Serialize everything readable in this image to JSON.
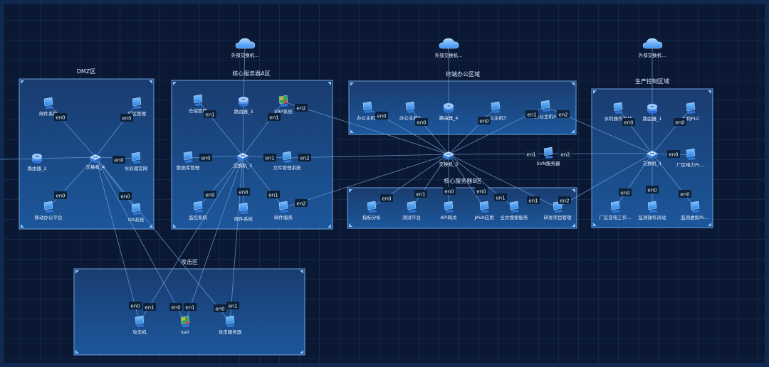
{
  "zones": [
    {
      "id": "dmz",
      "title": "DMZ区"
    },
    {
      "id": "coreA",
      "title": "核心服务器A区"
    },
    {
      "id": "office",
      "title": "终端办公区域"
    },
    {
      "id": "coreB",
      "title": "核心服务器B区"
    },
    {
      "id": "prod",
      "title": "生产控制区域"
    },
    {
      "id": "attack",
      "title": "攻击区"
    }
  ],
  "nodes": [
    {
      "id": "ext1",
      "label": "外部交换机...",
      "icon": "cloud"
    },
    {
      "id": "ext2",
      "label": "外部交换机...",
      "icon": "cloud"
    },
    {
      "id": "ext3",
      "label": "外部交换机...",
      "icon": "cloud"
    },
    {
      "id": "dmz_sys",
      "label": "邮件系统",
      "icon": "computer"
    },
    {
      "id": "dmz_mgr",
      "label": "厂区管理",
      "icon": "computer"
    },
    {
      "id": "dmz_router",
      "label": "路由器_2",
      "icon": "router"
    },
    {
      "id": "sw4",
      "label": "交换机_4",
      "icon": "switch"
    },
    {
      "id": "dmz_water",
      "label": "水处理官网",
      "icon": "computer"
    },
    {
      "id": "dmz_mobile",
      "label": "移动办公平台",
      "icon": "computer"
    },
    {
      "id": "dmz_oa",
      "label": "OA系统",
      "icon": "computer"
    },
    {
      "id": "a_store",
      "label": "仓储管理",
      "icon": "computer"
    },
    {
      "id": "router3",
      "label": "路由器_3",
      "icon": "router"
    },
    {
      "id": "a_erp",
      "label": "ERP系统",
      "icon": "computer-color"
    },
    {
      "id": "a_db",
      "label": "数据库管理",
      "icon": "computer"
    },
    {
      "id": "sw2",
      "label": "交换机_2",
      "icon": "switch"
    },
    {
      "id": "a_file",
      "label": "文件管理系统",
      "icon": "computer"
    },
    {
      "id": "a_monitor",
      "label": "监控系统",
      "icon": "computer"
    },
    {
      "id": "a_mail",
      "label": "邮件系统",
      "icon": "computer"
    },
    {
      "id": "a_mailsvc",
      "label": "邮件服务",
      "icon": "computer"
    },
    {
      "id": "o_pc1",
      "label": "办公主机1",
      "icon": "computer"
    },
    {
      "id": "o_pc2",
      "label": "办公主机2",
      "icon": "computer"
    },
    {
      "id": "router4",
      "label": "路由器_4",
      "icon": "router"
    },
    {
      "id": "o_pc3",
      "label": "办公主机3",
      "icon": "computer"
    },
    {
      "id": "o_pc4",
      "label": "办公主机4",
      "icon": "computer"
    },
    {
      "id": "sw3",
      "label": "交换机_3",
      "icon": "switch"
    },
    {
      "id": "svn",
      "label": "SVN服务器",
      "icon": "computer"
    },
    {
      "id": "b_metric",
      "label": "指标分析",
      "icon": "computer"
    },
    {
      "id": "b_test",
      "label": "测试平台",
      "icon": "computer"
    },
    {
      "id": "b_api",
      "label": "API网关",
      "icon": "computer"
    },
    {
      "id": "b_java",
      "label": "JAVA应用",
      "icon": "computer"
    },
    {
      "id": "b_search",
      "label": "全文搜索服务",
      "icon": "computer"
    },
    {
      "id": "b_dev",
      "label": "研发项目管理",
      "icon": "computer"
    },
    {
      "id": "p_water",
      "label": "水利操作员站",
      "icon": "computer"
    },
    {
      "id": "router1",
      "label": "路由器_1",
      "icon": "router"
    },
    {
      "id": "p_plc",
      "label": "水利PLC",
      "icon": "computer"
    },
    {
      "id": "sw1",
      "label": "交换机_1",
      "icon": "switch"
    },
    {
      "id": "p_power",
      "label": "厂区电力PL...",
      "icon": "computer"
    },
    {
      "id": "p_elec",
      "label": "厂区变电工作...",
      "icon": "computer"
    },
    {
      "id": "p_op",
      "label": "监测操作员站",
      "icon": "computer"
    },
    {
      "id": "p_plc2",
      "label": "监测虚拟PL...",
      "icon": "computer"
    },
    {
      "id": "atk1",
      "label": "攻击机",
      "icon": "computer"
    },
    {
      "id": "kali",
      "label": "kali",
      "icon": "computer-color"
    },
    {
      "id": "atk_srv",
      "label": "攻击服务器",
      "icon": "computer"
    }
  ],
  "links": [
    [
      "sw4",
      "dmz_sys"
    ],
    [
      "sw4",
      "dmz_mgr"
    ],
    [
      "sw4",
      "dmz_router"
    ],
    [
      "sw4",
      "dmz_water"
    ],
    [
      "sw4",
      "dmz_mobile"
    ],
    [
      "sw4",
      "dmz_oa"
    ],
    [
      "dmz_router",
      "edge_left"
    ],
    [
      "sw4",
      "atk1"
    ],
    [
      "sw4",
      "kali"
    ],
    [
      "sw4",
      "atk_srv"
    ],
    [
      "ext1",
      "router3"
    ],
    [
      "router3",
      "sw2"
    ],
    [
      "sw2",
      "a_store"
    ],
    [
      "sw2",
      "a_erp"
    ],
    [
      "sw2",
      "a_db"
    ],
    [
      "sw2",
      "a_file"
    ],
    [
      "sw2",
      "a_monitor"
    ],
    [
      "sw2",
      "a_mail"
    ],
    [
      "sw2",
      "a_mailsvc"
    ],
    [
      "sw2",
      "atk1"
    ],
    [
      "sw2",
      "kali"
    ],
    [
      "sw2",
      "atk_srv"
    ],
    [
      "a_erp",
      "sw3"
    ],
    [
      "a_file",
      "sw3"
    ],
    [
      "a_mailsvc",
      "sw3"
    ],
    [
      "ext2",
      "router4"
    ],
    [
      "router4",
      "sw3"
    ],
    [
      "o_pc1",
      "sw3"
    ],
    [
      "o_pc2",
      "sw3"
    ],
    [
      "o_pc3",
      "sw3"
    ],
    [
      "o_pc4",
      "sw3"
    ],
    [
      "sw3",
      "b_metric"
    ],
    [
      "sw3",
      "b_test"
    ],
    [
      "sw3",
      "b_api"
    ],
    [
      "sw3",
      "b_java"
    ],
    [
      "sw3",
      "b_search"
    ],
    [
      "sw3",
      "b_dev"
    ],
    [
      "sw3",
      "svn"
    ],
    [
      "svn",
      "sw1"
    ],
    [
      "o_pc4",
      "sw1"
    ],
    [
      "b_dev",
      "sw1"
    ],
    [
      "ext3",
      "router1"
    ],
    [
      "router1",
      "sw1"
    ],
    [
      "sw1",
      "p_water"
    ],
    [
      "sw1",
      "p_plc"
    ],
    [
      "sw1",
      "p_power"
    ],
    [
      "sw1",
      "p_elec"
    ],
    [
      "sw1",
      "p_op"
    ],
    [
      "sw1",
      "p_plc2"
    ]
  ],
  "ports": [
    {
      "id": "pt1",
      "text": "en0"
    },
    {
      "id": "pt2",
      "text": "en0"
    },
    {
      "id": "pt3",
      "text": "en0"
    },
    {
      "id": "pt4",
      "text": "en0"
    },
    {
      "id": "pt5",
      "text": "en0"
    },
    {
      "id": "pt6",
      "text": "en1"
    },
    {
      "id": "pt7",
      "text": "en1"
    },
    {
      "id": "pt8",
      "text": "en2"
    },
    {
      "id": "pt9",
      "text": "en0"
    },
    {
      "id": "pt10",
      "text": "en1"
    },
    {
      "id": "pt11",
      "text": "en2"
    },
    {
      "id": "pt12",
      "text": "en0"
    },
    {
      "id": "pt13",
      "text": "en0"
    },
    {
      "id": "pt14",
      "text": "en1"
    },
    {
      "id": "pt15",
      "text": "en2"
    },
    {
      "id": "pt16",
      "text": "en0"
    },
    {
      "id": "pt17",
      "text": "en0"
    },
    {
      "id": "pt18",
      "text": "en0"
    },
    {
      "id": "pt19",
      "text": "en1"
    },
    {
      "id": "pt20",
      "text": "en2"
    },
    {
      "id": "pt21",
      "text": "en1"
    },
    {
      "id": "pt22",
      "text": "en2"
    },
    {
      "id": "pt23",
      "text": "en0"
    },
    {
      "id": "pt24",
      "text": "en1"
    },
    {
      "id": "pt25",
      "text": "en0"
    },
    {
      "id": "pt26",
      "text": "en0"
    },
    {
      "id": "pt27",
      "text": "en1"
    },
    {
      "id": "pt28",
      "text": "en1"
    },
    {
      "id": "pt29",
      "text": "en2"
    },
    {
      "id": "pt30",
      "text": "en0"
    },
    {
      "id": "pt31",
      "text": "en0"
    },
    {
      "id": "pt32",
      "text": "en0"
    },
    {
      "id": "pt33",
      "text": "en0"
    },
    {
      "id": "pt34",
      "text": "en0"
    },
    {
      "id": "pt35",
      "text": "en0"
    },
    {
      "id": "pt36",
      "text": "en0"
    },
    {
      "id": "pt37",
      "text": "en1"
    },
    {
      "id": "pt38",
      "text": "en0"
    },
    {
      "id": "pt39",
      "text": "en1"
    },
    {
      "id": "pt40",
      "text": "en0"
    },
    {
      "id": "pt41",
      "text": "en1"
    }
  ],
  "colors": {
    "background": "#0a1833",
    "zone_border": "#6f9fd8",
    "link": "#6f9fd8",
    "node_blue": "#4aa6ff"
  }
}
